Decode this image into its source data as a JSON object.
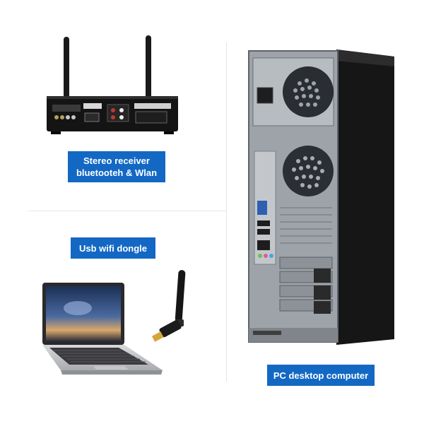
{
  "labels": {
    "receiver_line1": "Stereo receiver",
    "receiver_line2": "bluetooteh & Wlan",
    "dongle": "Usb wifi dongle",
    "pc": "PC desktop computer"
  },
  "colors": {
    "badge_bg": "#1368c4",
    "badge_text": "#ffffff",
    "device_black": "#141414",
    "case_silver": "#9aa0a6"
  },
  "icons": {
    "receiver": "stereo-receiver-illustration",
    "laptop": "laptop-illustration",
    "dongle": "usb-wifi-dongle-illustration",
    "pc": "pc-tower-illustration"
  }
}
